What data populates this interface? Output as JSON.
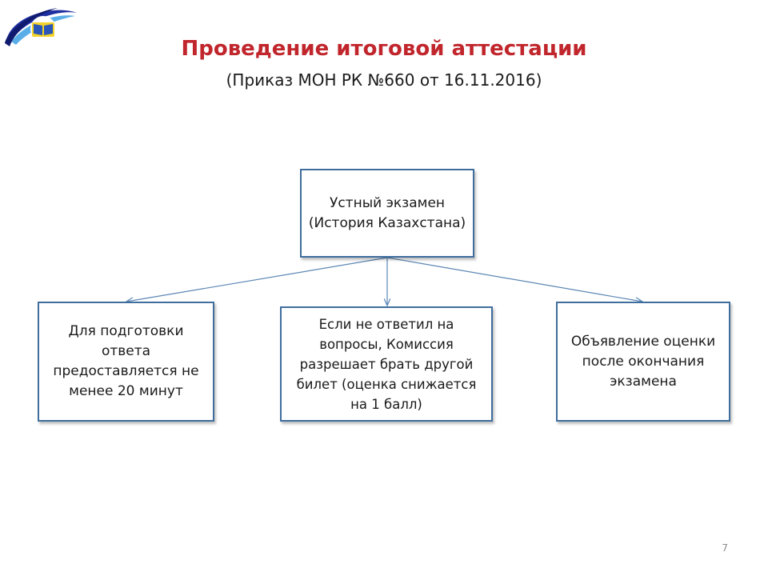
{
  "slide": {
    "title": "Проведение итоговой аттестации",
    "subtitle": "(Приказ МОН РК №660 от 16.11.2016)",
    "page_number": "7"
  },
  "diagram": {
    "root": "Устный экзамен (История Казахстана)",
    "children": [
      "Для подготовки ответа предоставляется не менее 20 минут",
      "Если не ответил на вопросы, Комиссия разрешает брать другой билет (оценка снижается на 1 балл)",
      "Объявление оценки после окончания экзамена"
    ]
  },
  "colors": {
    "title": "#c0262c",
    "box_border": "#3f6e9e",
    "connector": "#5b86b5",
    "logo_blue": "#2a56b8",
    "logo_yellow": "#f4d32a"
  },
  "icons": {
    "logo": "book-logo-icon"
  }
}
